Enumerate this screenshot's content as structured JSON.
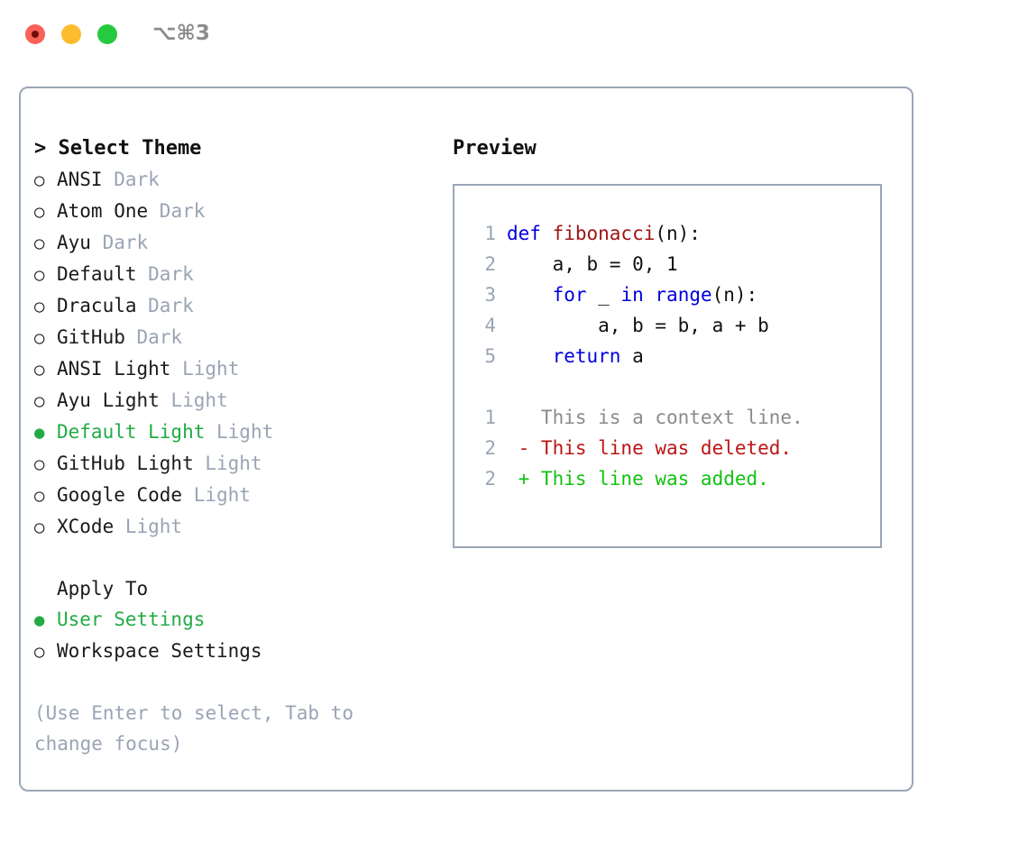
{
  "titlebar": {
    "shortcut": "⌥⌘3",
    "dots": [
      {
        "name": "close",
        "color": "#fb6158"
      },
      {
        "name": "minimize",
        "color": "#fdbc2e"
      },
      {
        "name": "maximize",
        "color": "#27c93f"
      }
    ]
  },
  "theme_list": {
    "header": "> Select Theme",
    "marker_selected": "●",
    "marker_unselected": "○",
    "items": [
      {
        "marker": "○",
        "name": "ANSI",
        "tag": "Dark",
        "selected": false
      },
      {
        "marker": "○",
        "name": "Atom One",
        "tag": "Dark",
        "selected": false
      },
      {
        "marker": "○",
        "name": "Ayu",
        "tag": "Dark",
        "selected": false
      },
      {
        "marker": "○",
        "name": "Default",
        "tag": "Dark",
        "selected": false
      },
      {
        "marker": "○",
        "name": "Dracula",
        "tag": "Dark",
        "selected": false
      },
      {
        "marker": "○",
        "name": "GitHub",
        "tag": "Dark",
        "selected": false
      },
      {
        "marker": "○",
        "name": "ANSI Light",
        "tag": "Light",
        "selected": false
      },
      {
        "marker": "○",
        "name": "Ayu Light",
        "tag": "Light",
        "selected": false
      },
      {
        "marker": "●",
        "name": "Default Light",
        "tag": "Light",
        "selected": true
      },
      {
        "marker": "○",
        "name": "GitHub Light",
        "tag": "Light",
        "selected": false
      },
      {
        "marker": "○",
        "name": "Google Code",
        "tag": "Light",
        "selected": false
      },
      {
        "marker": "○",
        "name": "XCode",
        "tag": "Light",
        "selected": false
      }
    ]
  },
  "apply_to": {
    "label": "Apply To",
    "items": [
      {
        "marker": "●",
        "name": "User Settings",
        "selected": true
      },
      {
        "marker": "○",
        "name": "Workspace Settings",
        "selected": false
      }
    ]
  },
  "hint": "(Use Enter to select, Tab to change focus)",
  "preview": {
    "title": "Preview",
    "code_lines": [
      {
        "num": "1",
        "tokens": [
          {
            "t": "def ",
            "c": "kw"
          },
          {
            "t": "fibonacci",
            "c": "fn"
          },
          {
            "t": "(n):",
            "c": "txt"
          }
        ]
      },
      {
        "num": "2",
        "tokens": [
          {
            "t": "    a, b = 0, 1",
            "c": "txt"
          }
        ]
      },
      {
        "num": "3",
        "tokens": [
          {
            "t": "    ",
            "c": "txt"
          },
          {
            "t": "for",
            "c": "kw"
          },
          {
            "t": " _ ",
            "c": "txt"
          },
          {
            "t": "in",
            "c": "kw"
          },
          {
            "t": " ",
            "c": "txt"
          },
          {
            "t": "range",
            "c": "kw"
          },
          {
            "t": "(n):",
            "c": "txt"
          }
        ]
      },
      {
        "num": "4",
        "tokens": [
          {
            "t": "        a, b = b, a + b",
            "c": "txt"
          }
        ]
      },
      {
        "num": "5",
        "tokens": [
          {
            "t": "    ",
            "c": "txt"
          },
          {
            "t": "return",
            "c": "kw"
          },
          {
            "t": " a",
            "c": "txt"
          }
        ]
      }
    ],
    "diff_lines": [
      {
        "num": "1",
        "tokens": [
          {
            "t": "   This is a context line.",
            "c": "ctx"
          }
        ]
      },
      {
        "num": "2",
        "tokens": [
          {
            "t": " - This line was deleted.",
            "c": "del"
          }
        ]
      },
      {
        "num": "2",
        "tokens": [
          {
            "t": " + This line was added.",
            "c": "add"
          }
        ]
      }
    ]
  },
  "colors": {
    "accent_green": "#22ab44",
    "muted_gray": "#9aa4b4",
    "border": "#9aa6b6",
    "keyword_blue": "#0000dd",
    "function_red": "#9e1313",
    "diff_added": "#12c112",
    "diff_deleted": "#bb1515"
  }
}
